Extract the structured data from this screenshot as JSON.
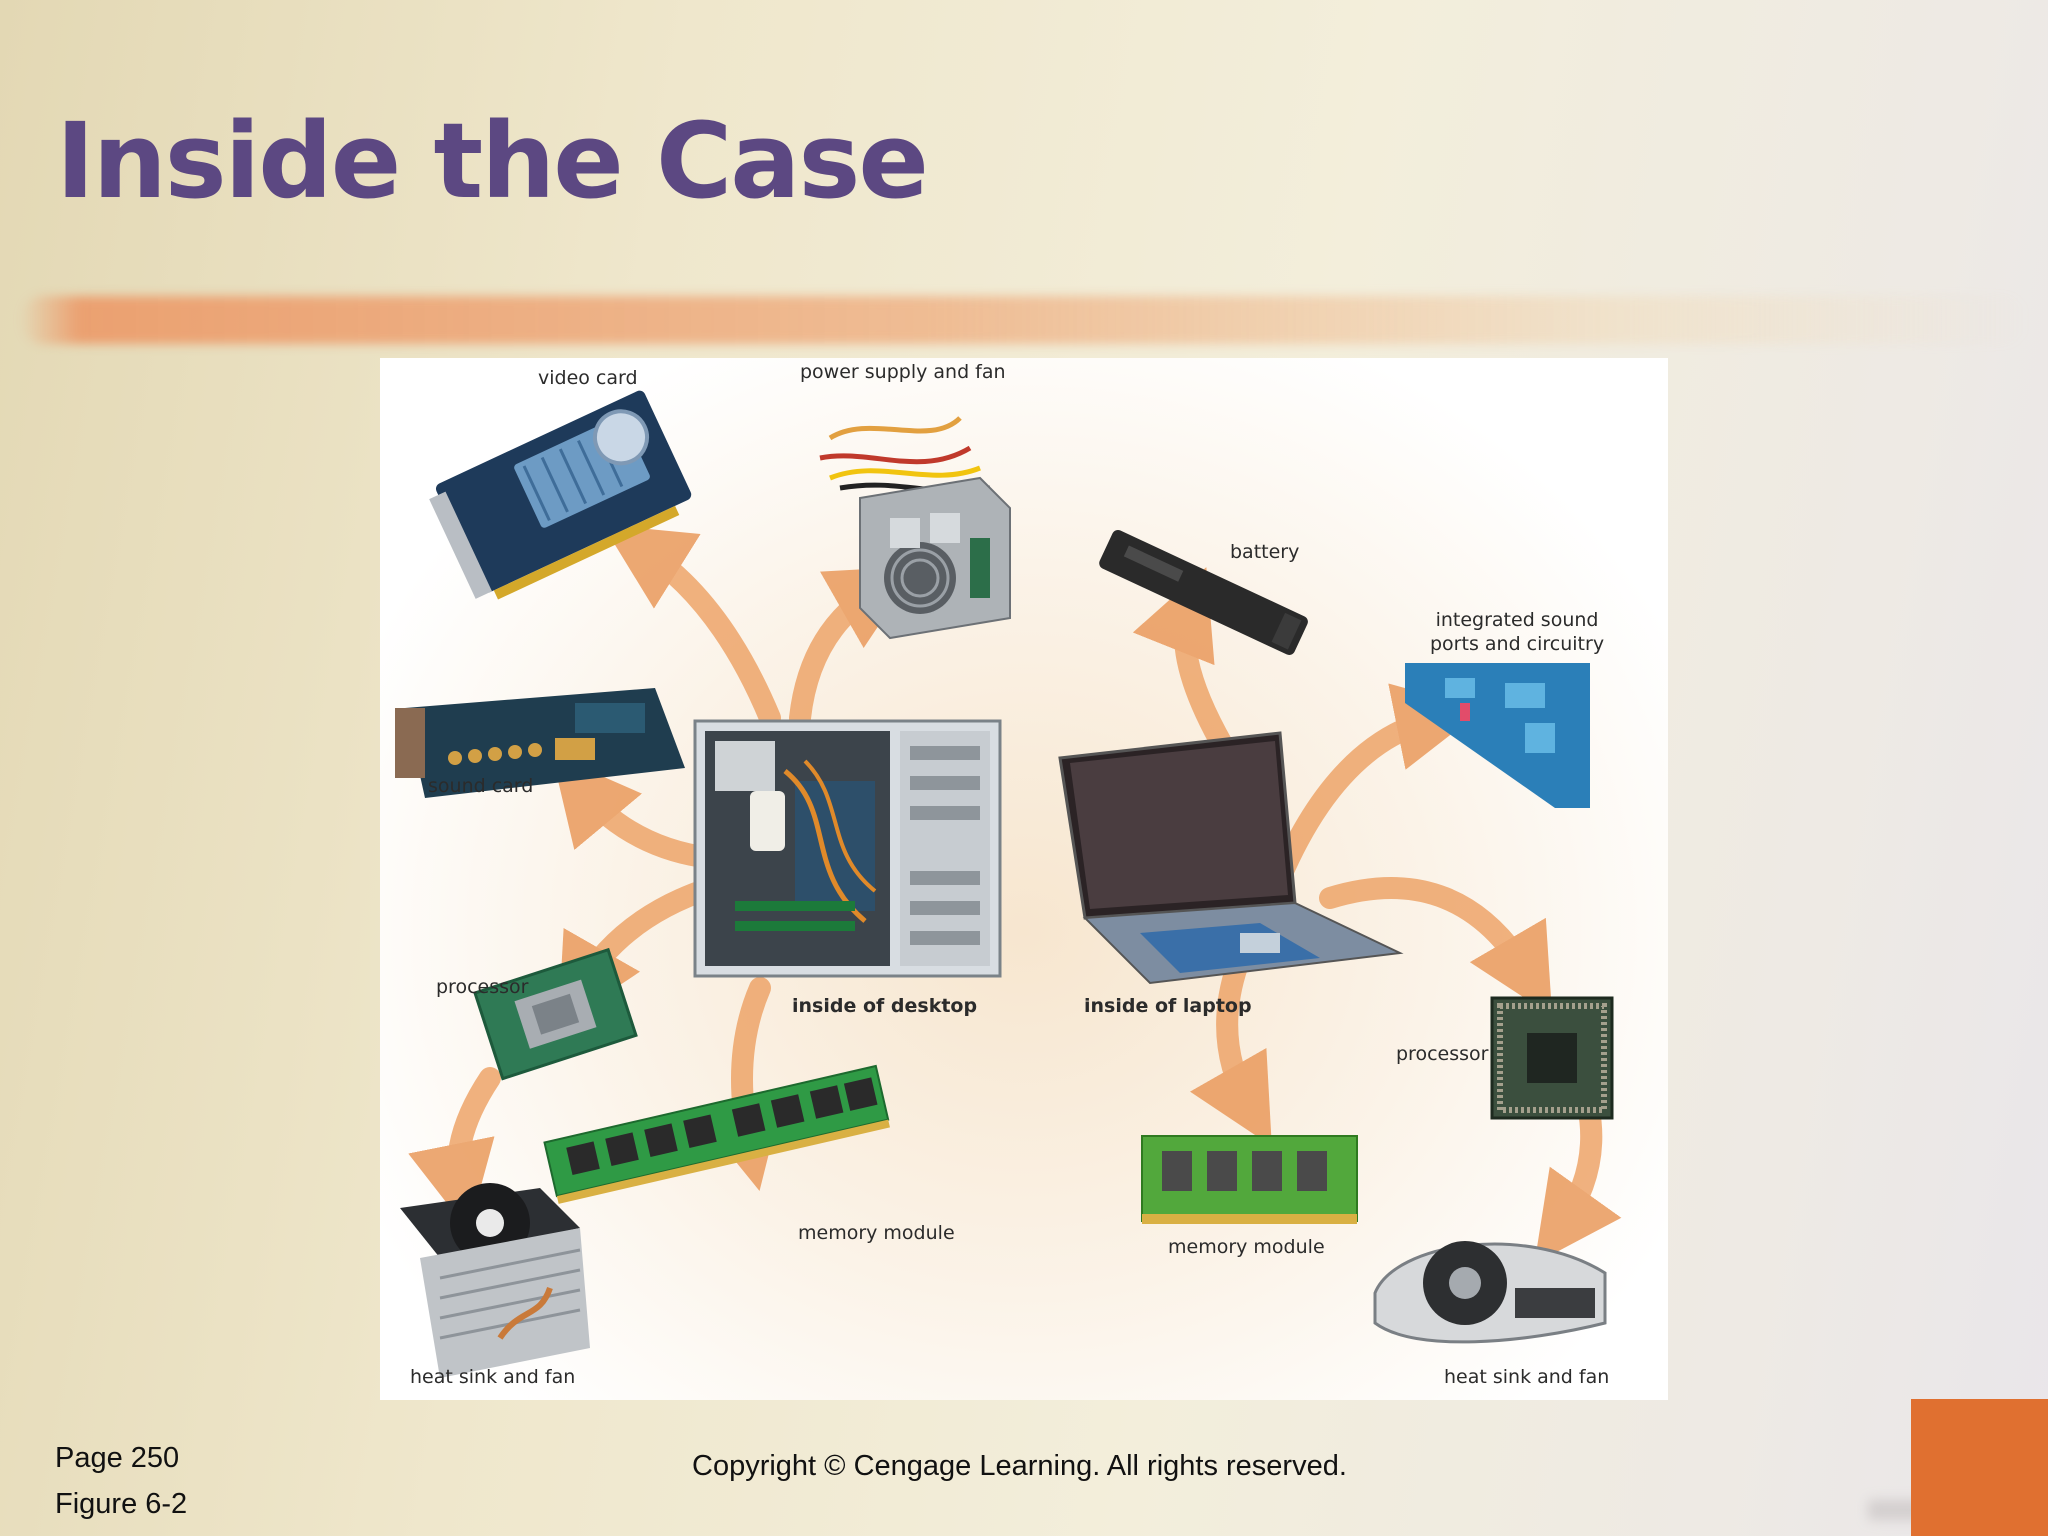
{
  "slide": {
    "title": "Inside the Case",
    "page": "Page 250",
    "figure_ref": "Figure 6-2",
    "copyright": "Copyright © Cengage Learning. All rights reserved."
  },
  "figure": {
    "labels": {
      "video_card": "video card",
      "power_supply": "power supply and fan",
      "battery": "battery",
      "integrated_sound": "integrated sound\nports and circuitry",
      "sound_card": "sound card",
      "inside_desktop": "inside of desktop",
      "inside_laptop": "inside of laptop",
      "processor_desktop": "processor",
      "processor_laptop": "processor",
      "memory_desktop": "memory module",
      "memory_laptop": "memory module",
      "heatsink_desktop": "heat sink and fan",
      "heatsink_laptop": "heat sink and fan"
    }
  },
  "colors": {
    "title": "#5c4882",
    "accent": "#e07030",
    "arrow": "#eea56a"
  }
}
